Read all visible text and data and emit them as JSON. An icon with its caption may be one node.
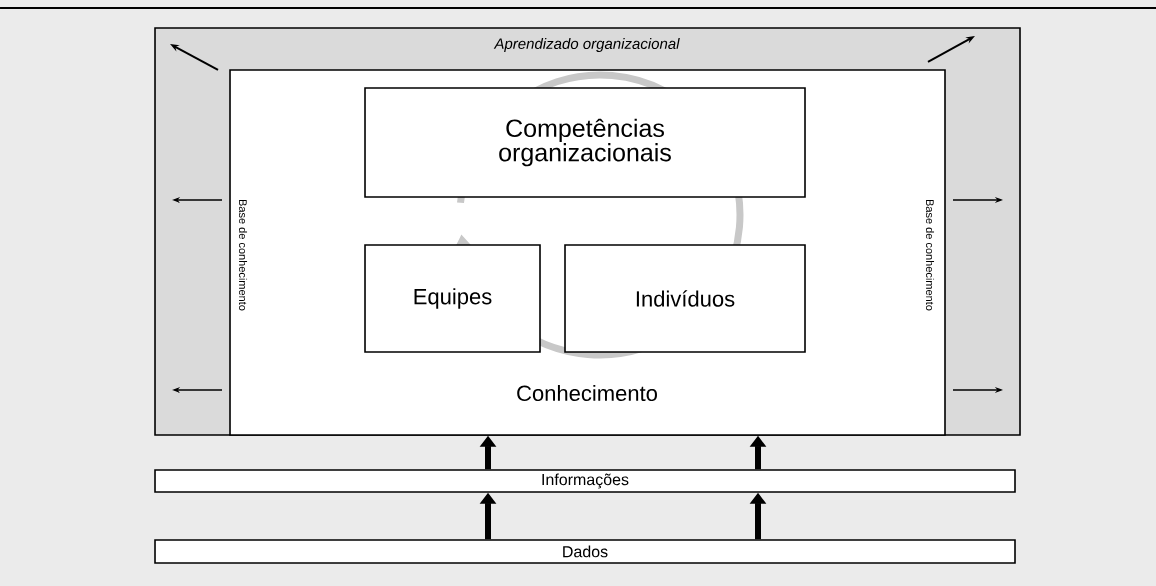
{
  "diagram": {
    "nodes": [
      {
        "text": [
          "Aprendizado organizacional"
        ]
      },
      {
        "text": [
          "Conhecimento"
        ],
        "in": 0
      },
      {
        "text": [
          "Competências organizacionais"
        ],
        "in": 1
      },
      {
        "text": [
          "Equipes"
        ],
        "in": 1
      },
      {
        "text": [
          "Indivíduos"
        ],
        "in": 1
      },
      {
        "text": [
          "Informações"
        ]
      },
      {
        "text": [
          "Dados"
        ]
      },
      {
        "text": [],
        "shape": "circle",
        "in": 1
      }
    ],
    "edges": [
      {
        "from": 5,
        "to": 1,
        "arrow": "to"
      },
      {
        "from": 5,
        "to": 1,
        "arrow": "to"
      },
      {
        "from": 6,
        "to": 5,
        "arrow": "to"
      },
      {
        "from": 6,
        "to": 5,
        "arrow": "to"
      }
    ],
    "labels": [
      "Base de conhecimento",
      "Base de conhecimento"
    ]
  }
}
